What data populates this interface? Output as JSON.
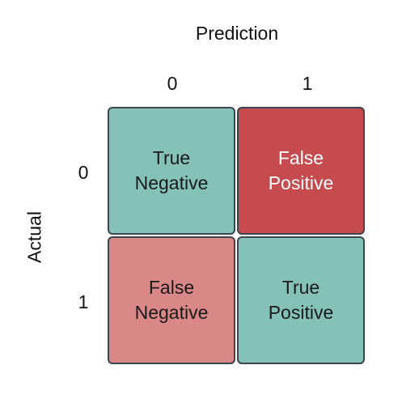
{
  "axes": {
    "x_title": "Prediction",
    "y_title": "Actual",
    "col_labels": [
      "0",
      "1"
    ],
    "row_labels": [
      "0",
      "1"
    ]
  },
  "cells": {
    "true_negative": {
      "line1": "True",
      "line2": "Negative",
      "color": "#84c1b9"
    },
    "false_positive": {
      "line1": "False",
      "line2": "Positive",
      "color": "#c54b4f"
    },
    "false_negative": {
      "line1": "False",
      "line2": "Negative",
      "color": "#d98787"
    },
    "true_positive": {
      "line1": "True",
      "line2": "Positive",
      "color": "#84c1b9"
    }
  },
  "colors": {
    "border": "#3b4650",
    "text": "#111111"
  }
}
